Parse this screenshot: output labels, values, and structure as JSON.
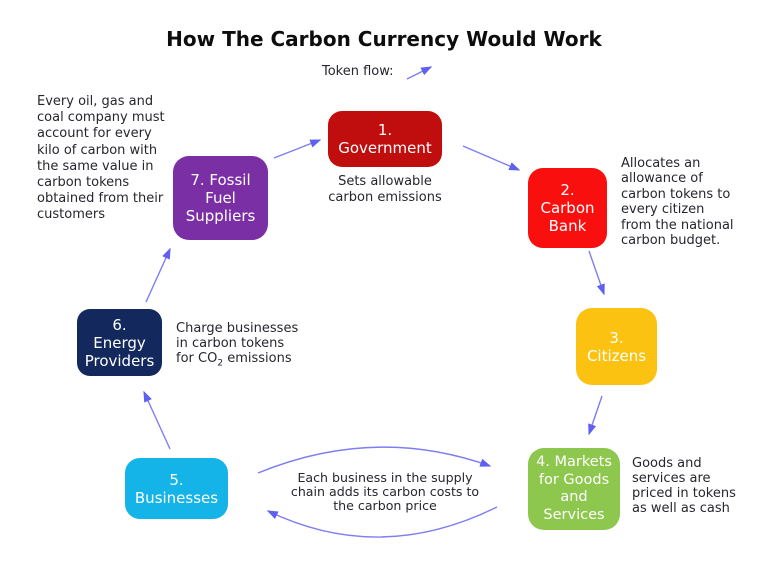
{
  "title": "How The Carbon Currency Would Work",
  "legend": {
    "label": "Token flow:"
  },
  "colors": {
    "arrow": "#7d7df4",
    "arrowhead": "#5f5ff0",
    "text": "#26262e",
    "title": "#0d0d0d"
  },
  "nodes": [
    {
      "id": "government",
      "label": "1.\nGovernment",
      "color": "#c00d0d"
    },
    {
      "id": "carbon-bank",
      "label": "2.\nCarbon\nBank",
      "color": "#fa0f0f"
    },
    {
      "id": "citizens",
      "label": "3.\nCitizens",
      "color": "#fcc211"
    },
    {
      "id": "markets",
      "label": "4. Markets\nfor Goods\nand\nServices",
      "color": "#8dc74e"
    },
    {
      "id": "businesses",
      "label": "5.\nBusinesses",
      "color": "#14b4e8"
    },
    {
      "id": "energy",
      "label": "6.\nEnergy\nProviders",
      "color": "#13295e"
    },
    {
      "id": "fossil",
      "label": "7. Fossil\nFuel\nSuppliers",
      "color": "#7b2fa5"
    }
  ],
  "notes": {
    "fossil": "Every oil, gas and\ncoal company must\naccount for every\nkilo of carbon with\nthe same value in\ncarbon tokens\nobtained from their\ncustomers",
    "government": "Sets allowable\ncarbon emissions",
    "carbon_bank": "Allocates an\nallowance of\ncarbon tokens to\nevery citizen\nfrom the national\ncarbon budget.",
    "energy_line1": "Charge businesses",
    "energy_line2": "in carbon tokens",
    "energy_line3_pre": "for CO",
    "energy_line3_sub": "2",
    "energy_line3_post": " emissions",
    "markets": "Goods and\nservices are\npriced in tokens\nas well as cash",
    "supply_chain": "Each business in the supply\nchain adds its carbon costs to\nthe carbon price"
  }
}
